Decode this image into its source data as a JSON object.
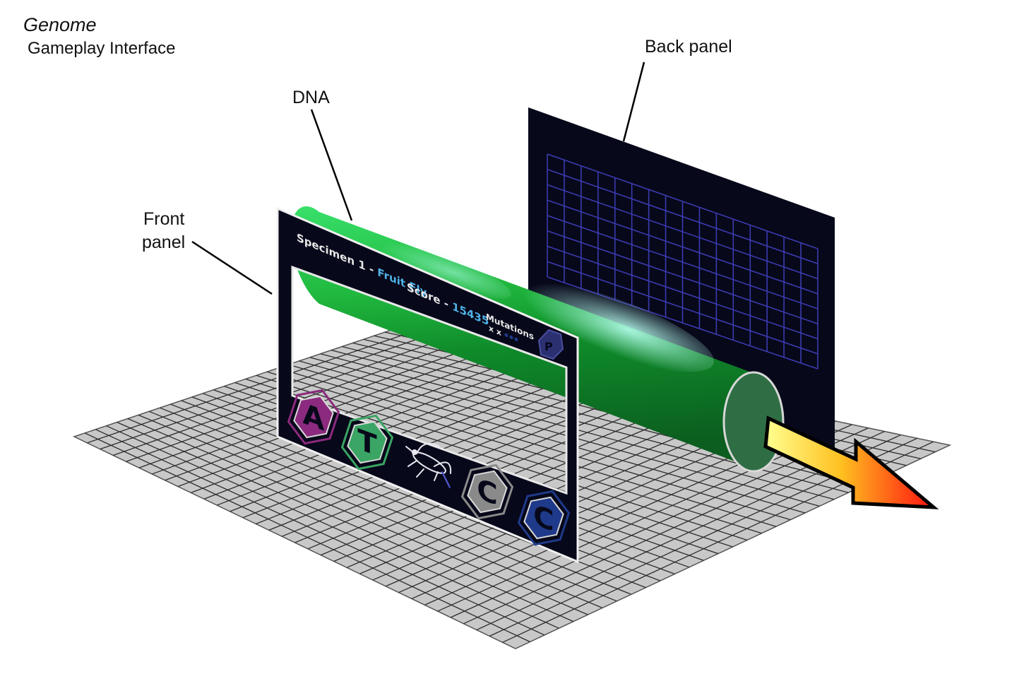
{
  "title": "Genome",
  "subtitle": "Gameplay Interface",
  "callouts": {
    "dna": "DNA",
    "back_panel": "Back panel",
    "front_panel_line1": "Front",
    "front_panel_line2": "panel"
  },
  "hud": {
    "specimen_label": "Specimen 1 - ",
    "specimen_name": "Fruit Fly",
    "score_label": "Score - ",
    "score_value": "15435",
    "mutations_label": "Mutations",
    "mutations_marks": "x x",
    "pause_button": "P"
  },
  "bases": [
    {
      "letter": "A",
      "color": "#8b2a7e"
    },
    {
      "letter": "T",
      "color": "#3aa564"
    },
    {
      "letter": "C",
      "color": "#8a8a8a"
    },
    {
      "letter": "C",
      "color": "#1f3a8a"
    }
  ],
  "colors": {
    "dna_green": "#1fbf3a",
    "panel": "#07081a",
    "grid_line": "#3b3bb0",
    "floor": "#c8c8c8",
    "accent_cyan": "#4fb3e8"
  },
  "icons": {
    "specimen": "fruit-fly-icon",
    "direction": "arrow-right-icon"
  }
}
